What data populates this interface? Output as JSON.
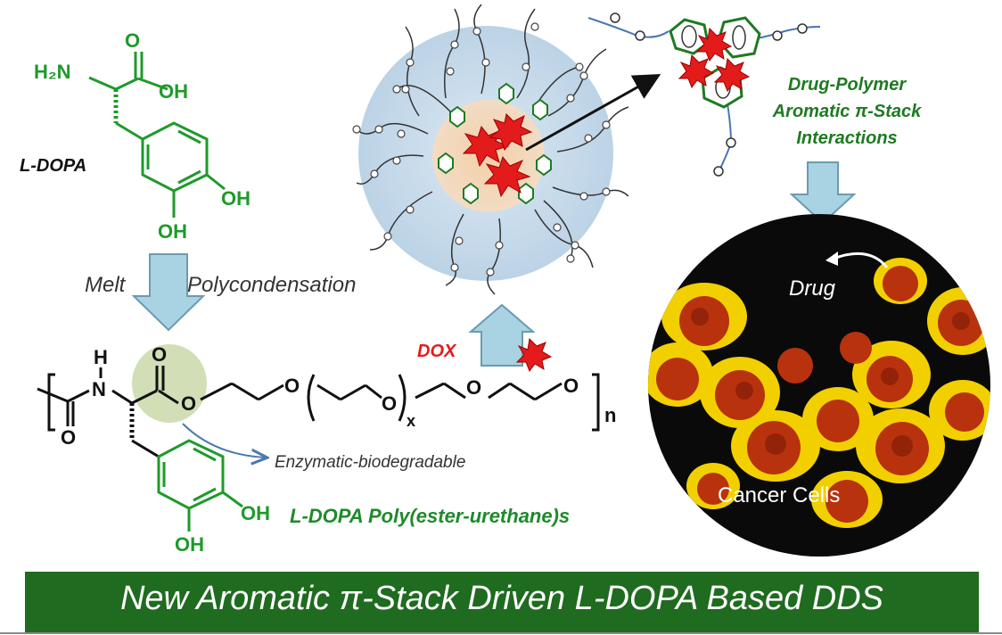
{
  "monomer": {
    "name": "L-DOPA",
    "o": "O",
    "oh_acid": "OH",
    "amine": "H₂N",
    "oh1": "OH",
    "oh2": "OH"
  },
  "reaction": {
    "left": "Melt",
    "right": "Polycondensation"
  },
  "polymer": {
    "h": "H",
    "n_atom": "N",
    "o_carbonyl_top": "O",
    "o_ester": "O",
    "o1": "O",
    "o2": "O",
    "o3": "O",
    "o4": "O",
    "o_carbonyl_bottom": "O",
    "sub_x": "x",
    "sub_n": "n",
    "oh1": "OH",
    "oh2": "OH",
    "enzymatic_label": "Enzymatic-biodegradable",
    "name": "L-DOPA Poly(ester-urethane)s"
  },
  "drug_loading": {
    "drug_name": "DOX"
  },
  "interaction": {
    "line1": "Drug-Polymer",
    "line2": "Aromatic π-Stack",
    "line3": "Interactions"
  },
  "cells_image": {
    "drug_label": "Drug",
    "cells_label": "Cancer Cells"
  },
  "banner": {
    "title": "New Aromatic π-Stack Driven L-DOPA Based DDS"
  },
  "colors": {
    "green": "#1e9a2a",
    "banner": "#1f6b1f",
    "arrow": "#a9d3e2",
    "dox": "#e31b1b",
    "micelle": "#cfe2ef",
    "core": "#f3d6b5"
  }
}
